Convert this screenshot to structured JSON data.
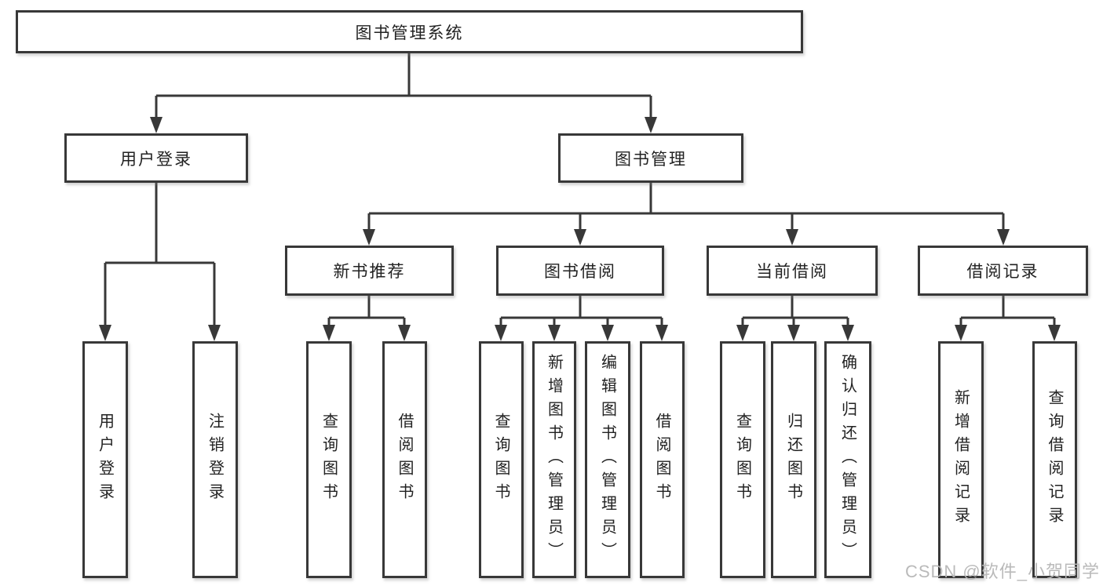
{
  "diagram_type": "hierarchy-tree",
  "tree": {
    "label": "图书管理系统",
    "children": [
      {
        "label": "用户登录",
        "children": [
          {
            "label": "用户登录"
          },
          {
            "label": "注销登录"
          }
        ]
      },
      {
        "label": "图书管理",
        "children": [
          {
            "label": "新书推荐",
            "children": [
              {
                "label": "查询图书"
              },
              {
                "label": "借阅图书"
              }
            ]
          },
          {
            "label": "图书借阅",
            "children": [
              {
                "label": "查询图书"
              },
              {
                "label": "新增图书（管理员）"
              },
              {
                "label": "编辑图书（管理员）"
              },
              {
                "label": "借阅图书"
              }
            ]
          },
          {
            "label": "当前借阅",
            "children": [
              {
                "label": "查询图书"
              },
              {
                "label": "归还图书"
              },
              {
                "label": "确认归还（管理员）"
              }
            ]
          },
          {
            "label": "借阅记录",
            "children": [
              {
                "label": "新增借阅记录"
              },
              {
                "label": "查询借阅记录"
              }
            ]
          }
        ]
      }
    ]
  },
  "watermark": {
    "text": "CSDN @软件_小贺同学"
  },
  "colors": {
    "line": "#383838",
    "box_border": "#383838",
    "text": "#222222",
    "background": "#ffffff",
    "watermark": "#b6b6b6"
  }
}
